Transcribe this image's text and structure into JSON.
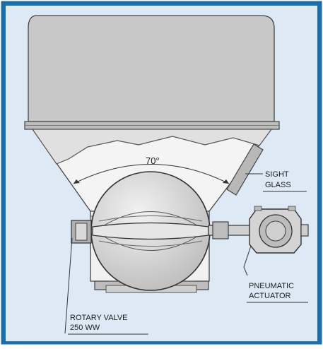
{
  "figure": {
    "angle_label": "70°",
    "callouts": {
      "sight_glass": [
        "SIGHT",
        "GLASS"
      ],
      "pneumatic_actuator": [
        "PNEUMATIC",
        "ACTUATOR"
      ],
      "rotary_valve": [
        "ROTARY VALVE",
        "250 WW"
      ]
    }
  },
  "colors": {
    "border": "#1b6fb0",
    "background": "#ddeaf5",
    "bin_body": "#c8c8c8",
    "hopper_upper": "#e2e2e2",
    "hopper_lower": "#f4f4f4",
    "valve_body": "#dcdcdc",
    "outline": "#333333"
  }
}
